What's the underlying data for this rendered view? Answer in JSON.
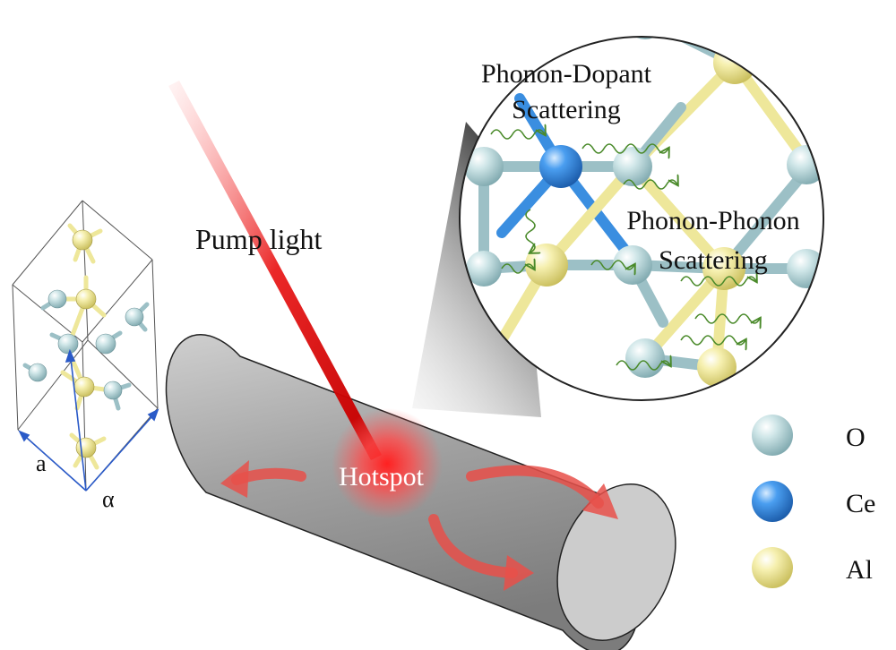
{
  "labels": {
    "pump_light": "Pump light",
    "hotspot": "Hotspot",
    "phonon_dopant_line1": "Phonon-Dopant",
    "phonon_dopant_line2": "Scattering",
    "phonon_phonon_line1": "Phonon-Phonon",
    "phonon_phonon_line2": "Scattering",
    "lattice_a": "a",
    "lattice_alpha": "α"
  },
  "legend": [
    {
      "symbol": "O",
      "color": "#b4d6da"
    },
    {
      "symbol": "Ce",
      "color": "#3a8ee0"
    },
    {
      "symbol": "Al",
      "color": "#eee79a"
    }
  ],
  "colors": {
    "laser": "#e00000",
    "arrow": "#e8504a",
    "phonon_wave": "#4a8a2a",
    "cylinder": "#9a9a9a",
    "bond_o": "#9cc0c6",
    "bond_al": "#eee79a"
  }
}
